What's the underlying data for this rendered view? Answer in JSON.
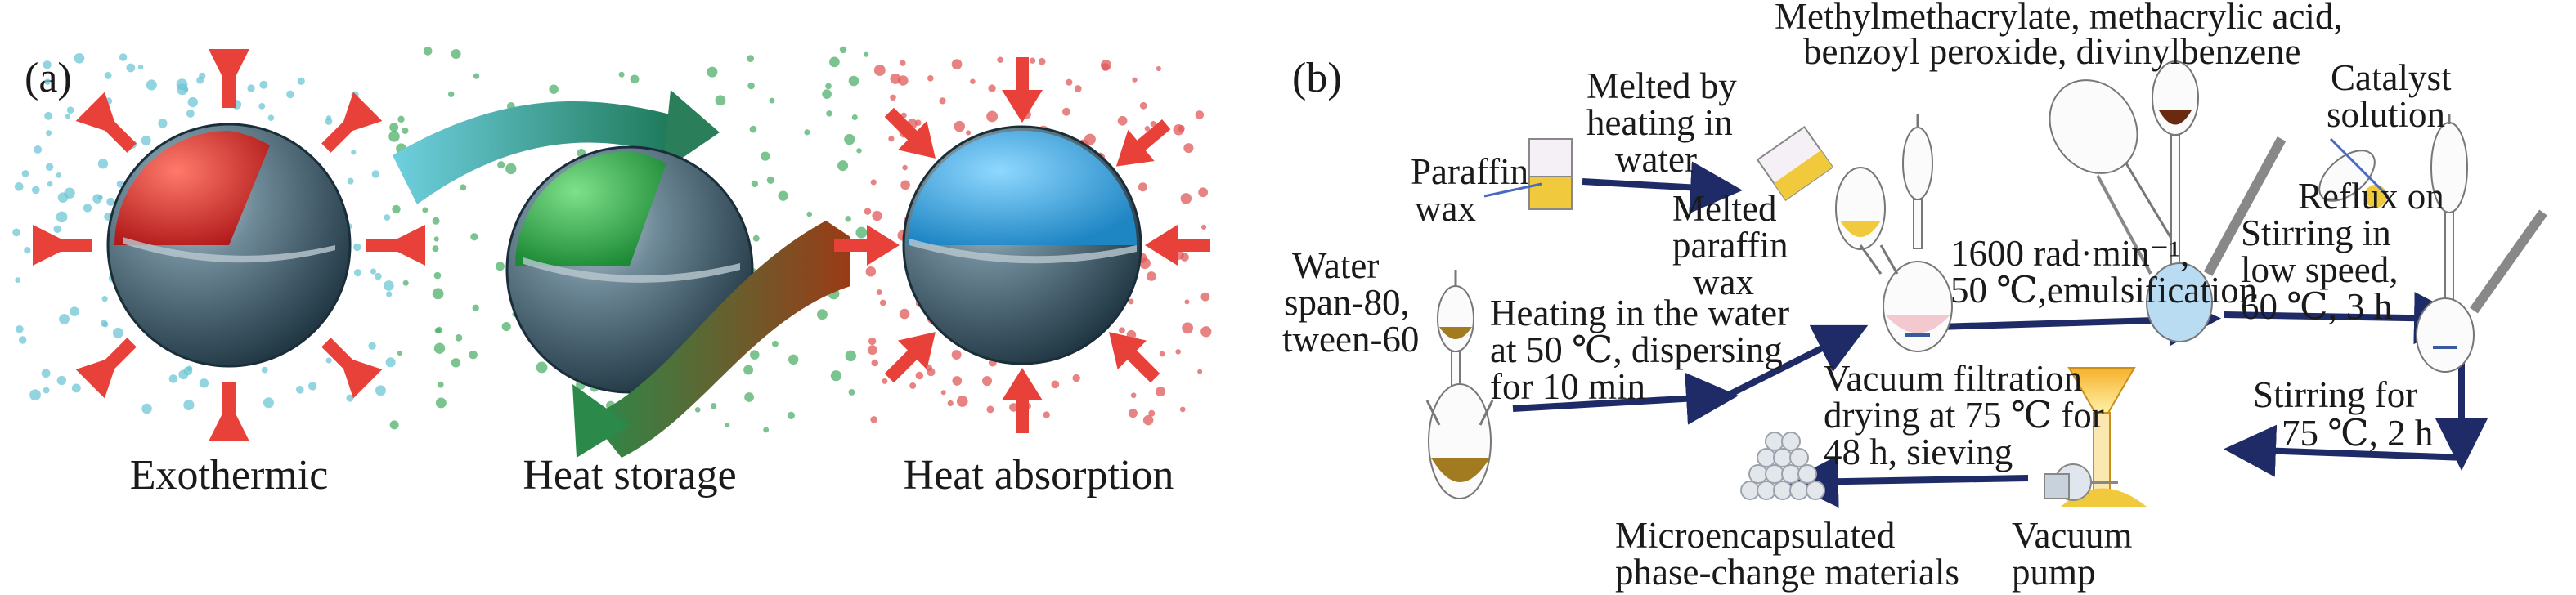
{
  "panel_a": {
    "label": "(a)",
    "captions": [
      "Exothermic",
      "Heat storage",
      "Heat absorption"
    ]
  },
  "panel_b": {
    "label": "(b)",
    "text": {
      "monomers_1": "Methylmethacrylate, methacrylic acid,",
      "monomers_2": "benzoyl peroxide, divinylbenzene",
      "catalyst_1": "Catalyst",
      "catalyst_2": "solution",
      "melted_by_1": "Melted by",
      "melted_by_2": "heating in",
      "melted_by_3": "water",
      "paraffin_1": "Paraffin",
      "paraffin_2": "wax",
      "melted_paraffin_1": "Melted",
      "melted_paraffin_2": "paraffin",
      "melted_paraffin_3": "wax",
      "water_1": "Water",
      "water_2": "span-80,",
      "water_3": "tween-60",
      "heating_1": "Heating in the water",
      "heating_2": "at 50 ℃, dispersing",
      "heating_3": "for 10 min",
      "emulsify_1": "1600 rad·min⁻¹,",
      "emulsify_2": "50 ℃,emulsification",
      "reflux_1": "Reflux on",
      "reflux_2": "Stirring in",
      "reflux_3": "low speed,",
      "reflux_4": "60 ℃, 3 h",
      "stirring_1": "Stirring for",
      "stirring_2": "75 ℃, 2 h",
      "vacuum_filt_1": "Vacuum filtration",
      "vacuum_filt_2": "drying at 75 ℃ for",
      "vacuum_filt_3": "48 h, sieving",
      "product_1": "Microencapsulated",
      "product_2": "phase-change materials",
      "pump_1": "Vacuum",
      "pump_2": "pump"
    }
  },
  "colors": {
    "arrow": "#1f2b66",
    "red_core": "#d8322e",
    "green_core": "#2fa84a",
    "blue_core": "#3aa9e0",
    "shell": "#2f4d5e",
    "wax": "#f0c93c",
    "liquid": "#a27a1f"
  }
}
